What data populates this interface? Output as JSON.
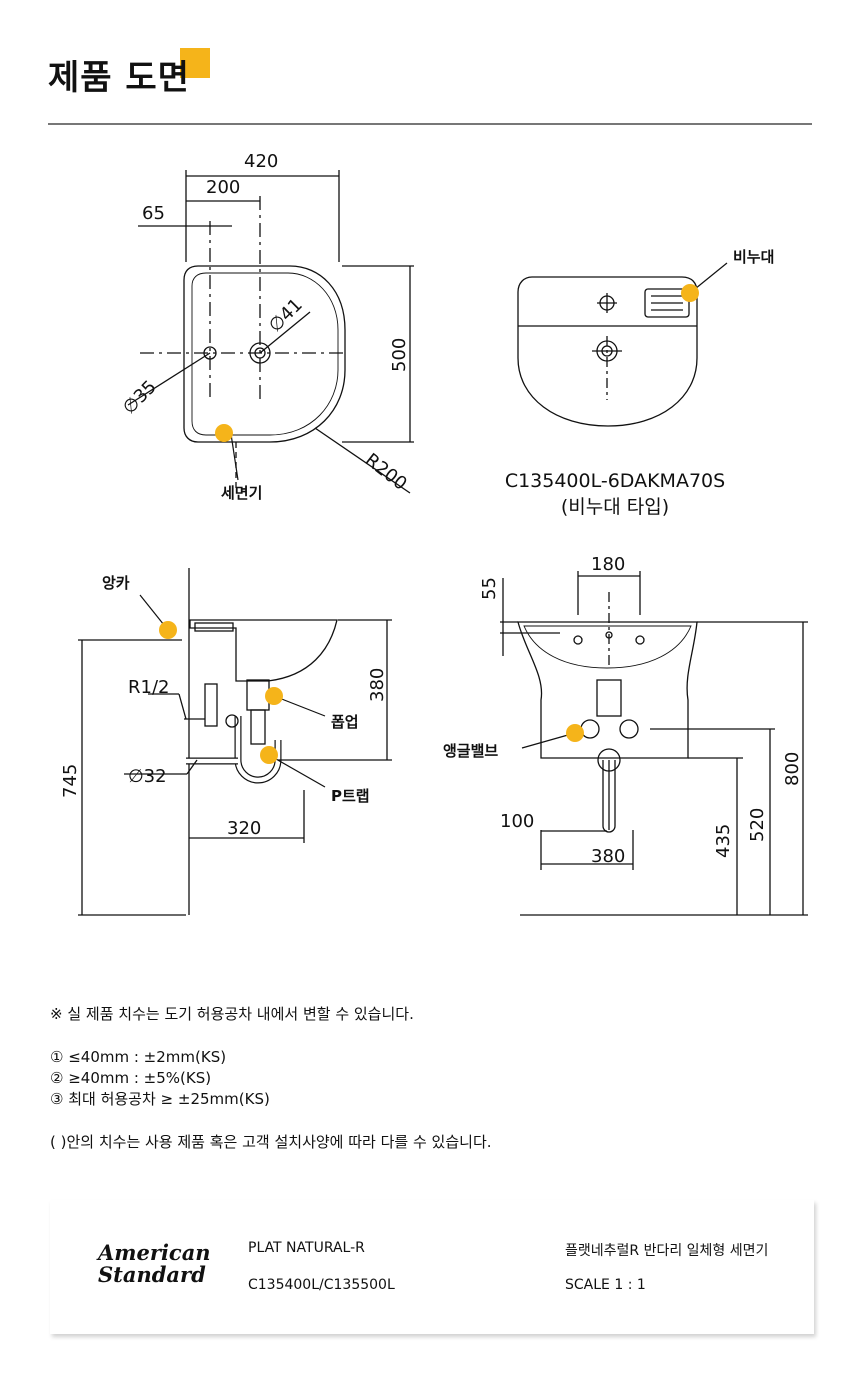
{
  "page": {
    "title": "제품 도면"
  },
  "drawing": {
    "top_view": {
      "dims": {
        "width_total": "420",
        "width_mid": "200",
        "width_left": "65",
        "height": "500",
        "hole_large": "∅41",
        "hole_small": "∅35",
        "radius": "R200"
      },
      "callout_basin": "세면기"
    },
    "shelf_view": {
      "callout_shelf": "비누대",
      "model": "C135400L-6DAKMA70S",
      "model_note": "(비누대 타입)"
    },
    "side_view": {
      "dims": {
        "total_height": "745",
        "bowl_height": "380",
        "depth": "320",
        "thread": "R1/2",
        "pipe": "∅32"
      },
      "callouts": {
        "anchor": "앙카",
        "popup": "폽업",
        "trap": "P트랩"
      }
    },
    "front_view": {
      "dims": {
        "top_width": "180",
        "top_offset": "55",
        "pedestal_width": "380",
        "offset": "100",
        "h_435": "435",
        "h_520": "520",
        "h_800": "800"
      },
      "callout_valve": "앵글밸브"
    }
  },
  "notes": {
    "line1": "※ 실 제품 치수는 도기 허용공차 내에서 변할 수 있습니다.",
    "tol1": "①  ≤40mm : ±2mm(KS)",
    "tol2": "②  ≥40mm : ±5%(KS)",
    "tol3": "③ 최대 허용공차 ≥ ±25mm(KS)",
    "line2": "( )안의 치수는 사용 제품 혹은 고객 설치사양에 따라 다를 수 있습니다."
  },
  "footer": {
    "logo_line1": "American",
    "logo_line2": "Standard",
    "product_name": "PLAT NATURAL-R",
    "model_codes": "C135400L/C135500L",
    "product_desc": "플랫네추럴R 반다리 일체형 세면기",
    "scale": "SCALE 1 : 1"
  },
  "colors": {
    "accent": "#f5b41a",
    "line": "#111111",
    "rule": "#777777"
  }
}
